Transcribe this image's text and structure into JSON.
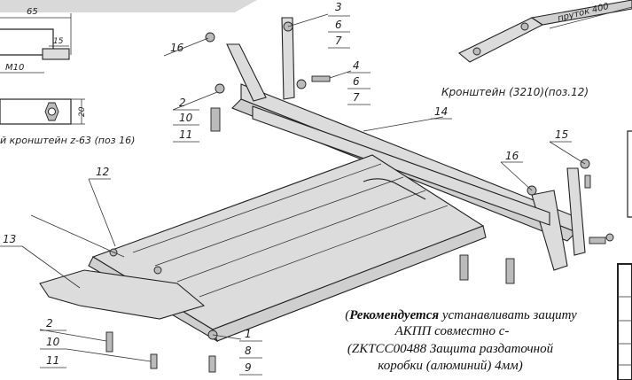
{
  "callouts": [
    {
      "id": "c3",
      "lines": [
        "3",
        "6",
        "7"
      ]
    },
    {
      "id": "c4",
      "lines": [
        "4",
        "6",
        "7"
      ]
    },
    {
      "id": "c16a",
      "lines": [
        "16"
      ]
    },
    {
      "id": "c2a",
      "lines": [
        "2",
        "10",
        "11"
      ]
    },
    {
      "id": "c14",
      "lines": [
        "14"
      ]
    },
    {
      "id": "c15",
      "lines": [
        "15"
      ]
    },
    {
      "id": "c16b",
      "lines": [
        "16"
      ]
    },
    {
      "id": "c12",
      "lines": [
        "12"
      ]
    },
    {
      "id": "c13",
      "lines": [
        "13"
      ]
    },
    {
      "id": "c2b",
      "lines": [
        "2",
        "10",
        "11"
      ]
    },
    {
      "id": "c1",
      "lines": [
        "1",
        "8",
        "9"
      ]
    }
  ],
  "detail": {
    "dim_65": "65",
    "dim_15": "15",
    "dim_m10": "M10",
    "dim_20": "20",
    "caption": "й кронштейн z-63 (поз 16)"
  },
  "labels": {
    "bracket": "Кронштейн (3210)(поз.12)",
    "rod": "пруток 400"
  },
  "note": {
    "line1_bold": "Рекомендуется",
    "line1_rest": " устанавливать защиту",
    "line2": "АКПП совместно с-",
    "line3": "(ZKTCC00488 Защита раздаточной",
    "line4": "коробки (алюминий) 4мм)"
  },
  "colors": {
    "tab": "#d9d9d9",
    "ink": "#222222"
  }
}
